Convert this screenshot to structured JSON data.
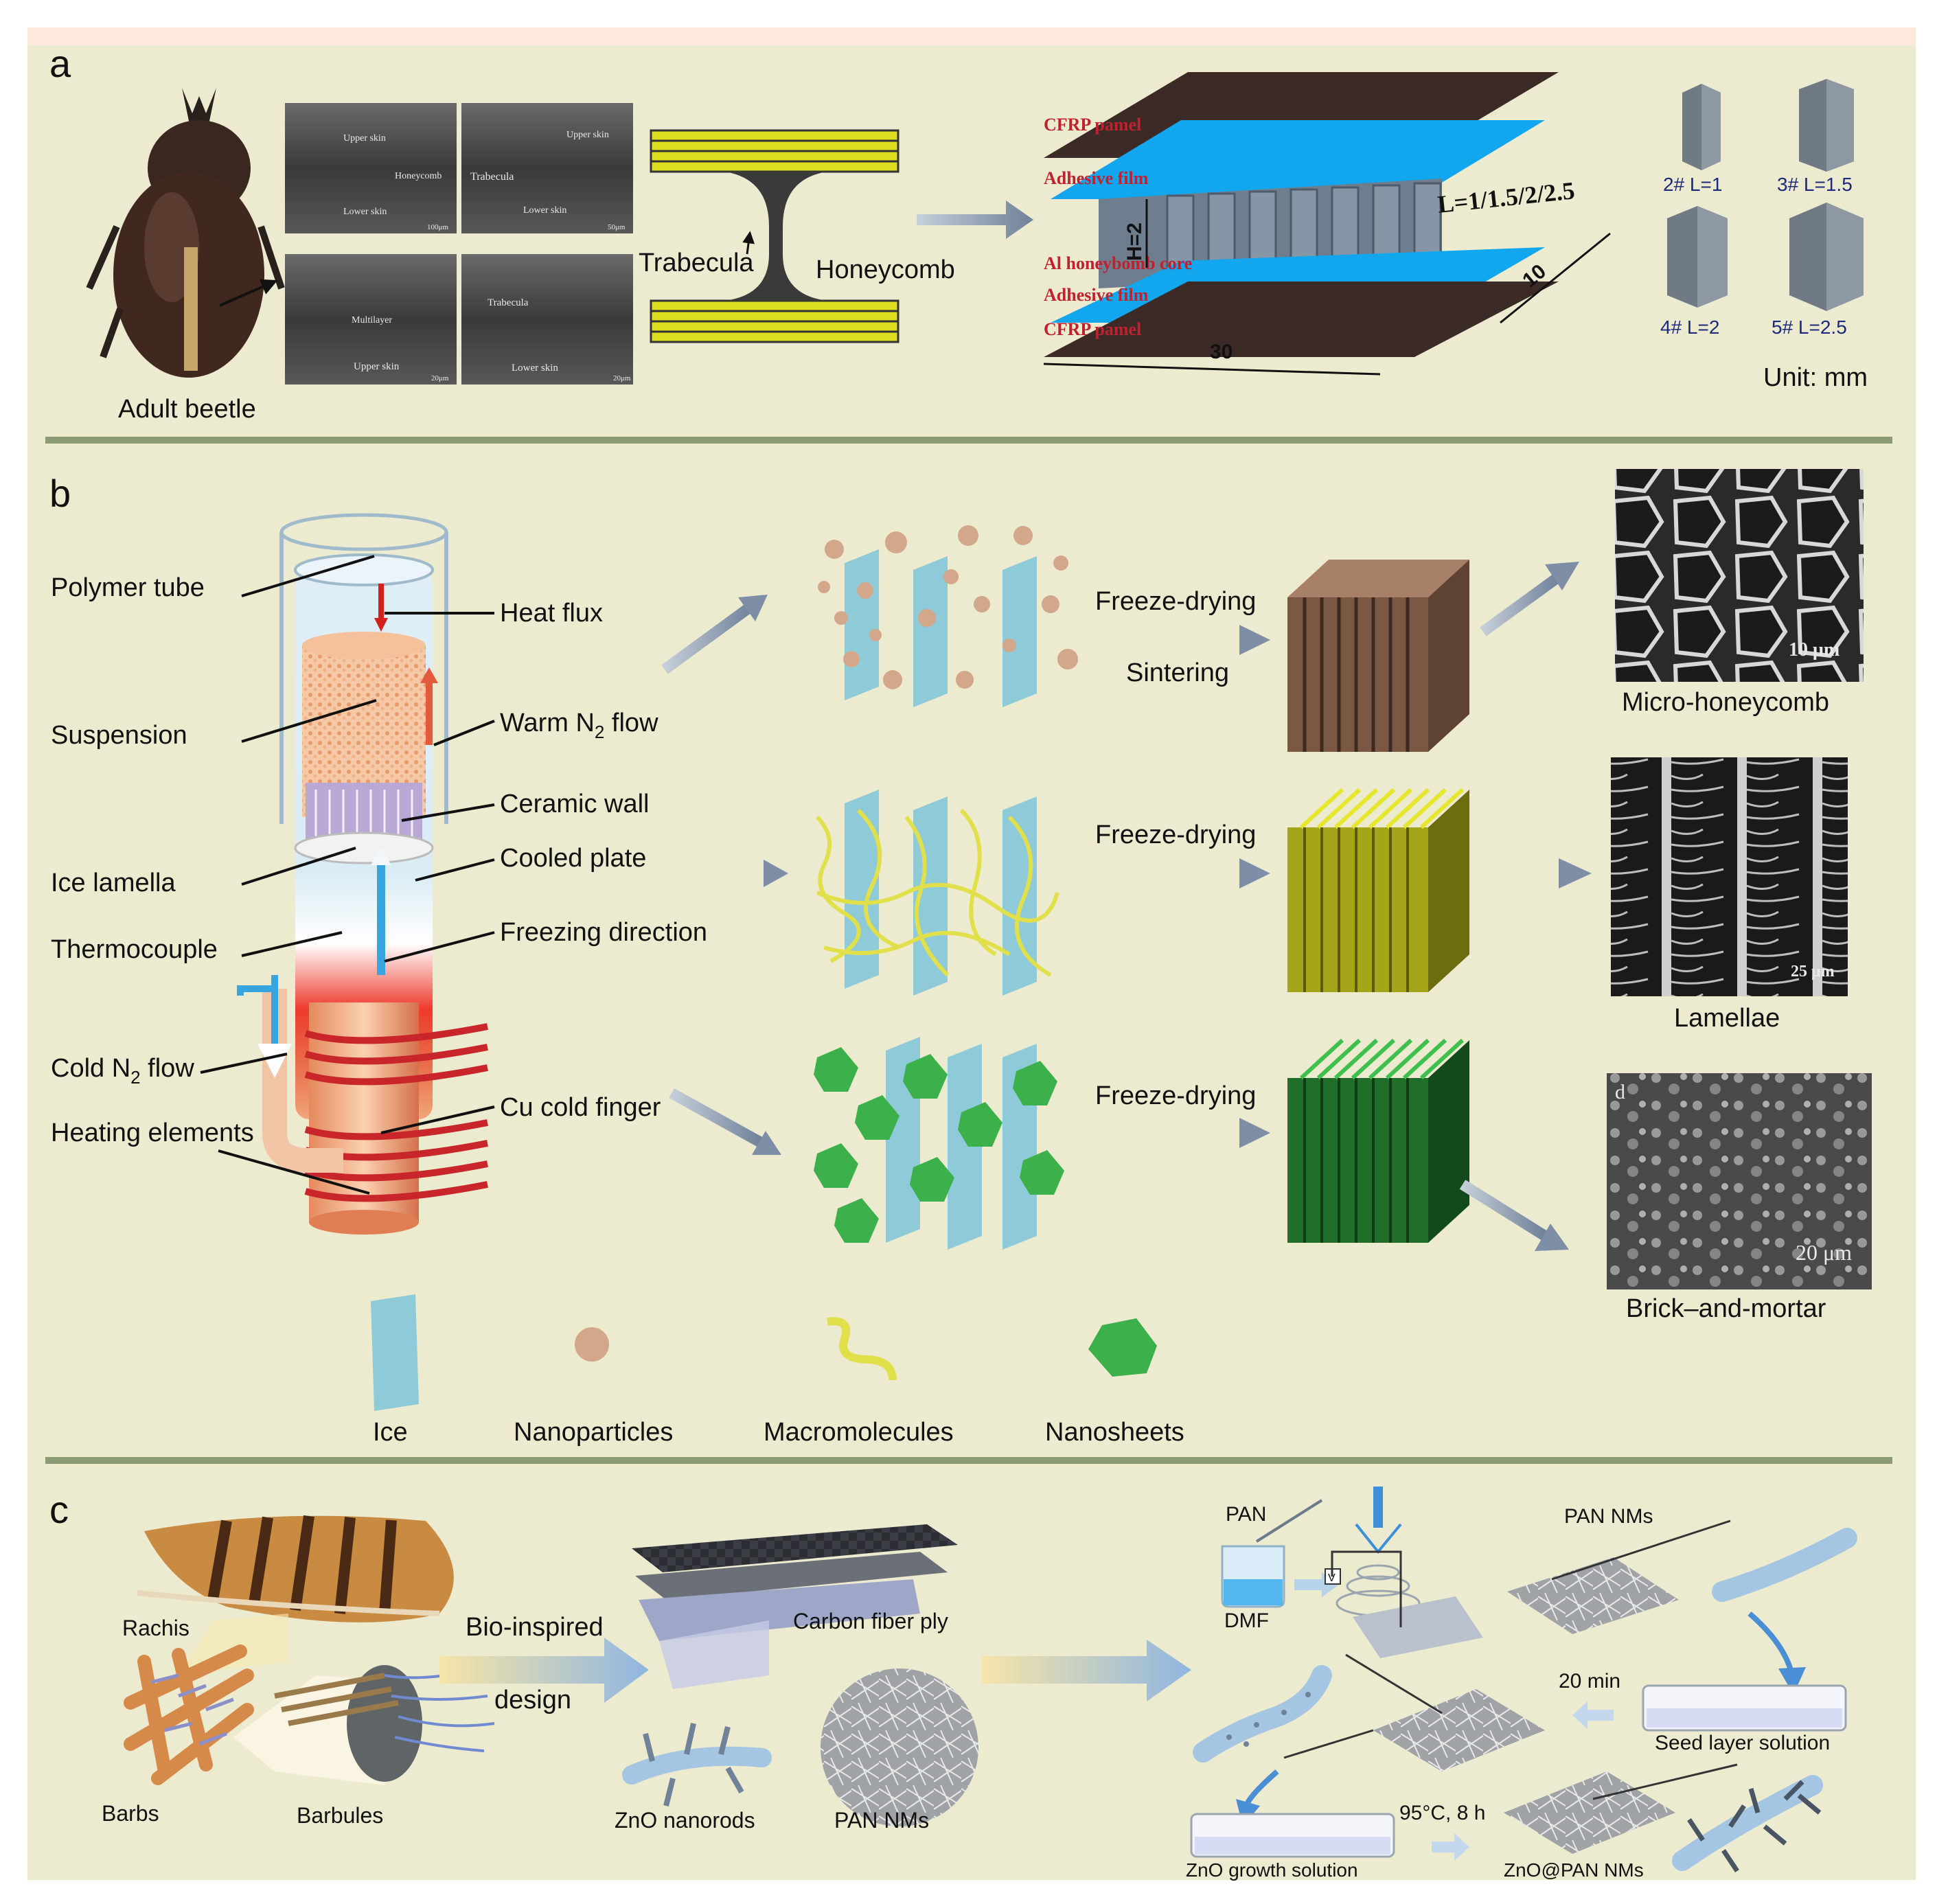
{
  "panels": {
    "a": {
      "letter": "a",
      "beetle_label": "Adult beetle",
      "sem": [
        {
          "texts": [
            "Upper skin",
            "Honeycomb",
            "Lower skin"
          ],
          "scale": "100μm"
        },
        {
          "texts": [
            "Upper skin",
            "Trabecula",
            "Lower skin"
          ],
          "scale": "50μm"
        },
        {
          "texts": [
            "Multilayer",
            "Upper skin"
          ],
          "scale": "20μm"
        },
        {
          "texts": [
            "Trabecula",
            "Lower skin"
          ],
          "scale": "20μm"
        }
      ],
      "trabecula": "Trabecula",
      "honeycomb": "Honeycomb",
      "layers": {
        "cfrp_top": "CFRP pamel",
        "adhesive_top": "Adhesive film",
        "al_core": "Al honeybomb core",
        "adhesive_bottom": "Adhesive film",
        "cfrp_bottom": "CFRP pamel"
      },
      "dims": {
        "height": "H=2",
        "length": "L=1/1.5/2/2.5",
        "width": "10",
        "span": "30"
      },
      "cells": [
        "2# L=1",
        "3# L=1.5",
        "4# L=2",
        "5# L=2.5"
      ],
      "unit": "Unit: mm"
    },
    "b": {
      "letter": "b",
      "left_labels": {
        "polymer_tube": "Polymer tube",
        "suspension": "Suspension",
        "ice_lamella": "Ice lamella",
        "thermocouple": "Thermocouple",
        "cold_n2_prefix": "Cold N",
        "cold_n2_sub": "2",
        "cold_n2_suffix": " flow",
        "heating": "Heating elements"
      },
      "right_labels": {
        "heat_flux": "Heat flux",
        "warm_n2_prefix": "Warm N",
        "warm_n2_sub": "2",
        "warm_n2_suffix": " flow",
        "ceramic_wall": "Ceramic wall",
        "cooled_plate": "Cooled plate",
        "freezing_direction": "Freezing direction",
        "cu_cold_finger": "Cu cold finger"
      },
      "processes": {
        "freeze_drying": "Freeze-drying",
        "sintering": "Sintering"
      },
      "results": {
        "micro_honeycomb": "Micro-honeycomb",
        "micro_scale": "10 μm",
        "lamellae": "Lamellae",
        "lamellae_scale": "25 μm",
        "brick": "Brick–and-mortar",
        "brick_scale": "20 μm",
        "brick_corner": "d"
      },
      "legend": [
        "Ice",
        "Nanoparticles",
        "Macromolecules",
        "Nanosheets"
      ]
    },
    "c": {
      "letter": "c",
      "feather": {
        "rachis": "Rachis",
        "barbs": "Barbs",
        "barbules": "Barbules"
      },
      "bio_inspired": "Bio-inspired",
      "design": "design",
      "composite": {
        "carbon_fiber_ply": "Carbon fiber ply",
        "zno_nanorods": "ZnO nanorods",
        "pan_nms": "PAN NMs"
      },
      "process": {
        "pan": "PAN",
        "dmf": "DMF",
        "pan_nms": "PAN NMs",
        "time": "20 min",
        "seed": "Seed layer solution",
        "growth": "ZnO growth solution",
        "conditions": "95°C, 8 h",
        "product": "ZnO@PAN NMs",
        "voltage": "V"
      }
    }
  },
  "colors": {
    "panel_bg": "#ecebd0",
    "divider": "#8a9a72",
    "arrow": "#7d8ea6",
    "red_label": "#c0212f",
    "navy": "#1b2a7a",
    "yellow_plate": "#dcdc20",
    "cyan_film": "#12a6ee",
    "ice": "#8fcad8",
    "nanoparticle": "#d3a789",
    "macromolecule": "#e1e04a",
    "nanosheet": "#3cb04a",
    "brown_block": "#7a5844",
    "olive_block": "#a5a51a",
    "green_block": "#1f6f2a"
  }
}
